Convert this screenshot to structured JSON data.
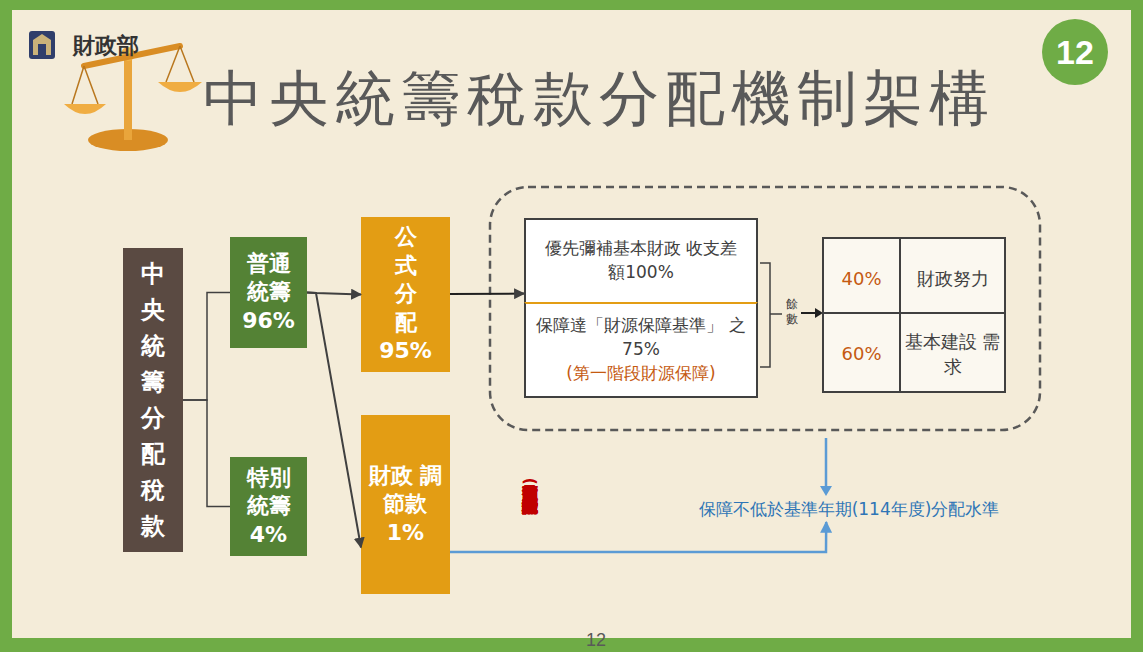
{
  "diagram": {
    "title": "中央統籌稅款分配機制架構",
    "nodes": [
      {
        "text": [
          "中 央 統 籌 分 配 稅 款"
        ]
      },
      {
        "text": [
          "普通 統籌",
          "96%"
        ]
      },
      {
        "text": [
          "特別 統籌",
          "4%"
        ]
      },
      {
        "text": [
          "公 式 分 配",
          "95%"
        ]
      },
      {
        "text": [
          "財政 調節款",
          "1%"
        ]
      },
      {
        "text": [
          "優先彌補基本財政 收支差額100%"
        ]
      },
      {
        "text": [
          "保障達「財源保障基準」 之75%",
          "(第一階段財源保障)"
        ]
      },
      {
        "text": [
          "保障不低於基準年期(114年度)分配水準"
        ]
      }
    ],
    "edges": [
      {
        "from": 0,
        "to": 1,
        "arrow": "none"
      },
      {
        "from": 0,
        "to": 2,
        "arrow": "none"
      },
      {
        "from": 1,
        "to": 3,
        "arrow": "to"
      },
      {
        "from": 1,
        "to": 4,
        "arrow": "to"
      },
      {
        "from": 3,
        "to": 5,
        "arrow": "to"
      },
      {
        "from": 4,
        "to": 7,
        "arrow": "to"
      }
    ],
    "labels": [
      "財政部",
      "12",
      "餘數",
      "40%",
      "財政努力",
      "60%",
      "基本建設 需求",
      "酌予彌補財源 (第二階段財源保障及低於全國平均增幅者)",
      "12"
    ]
  }
}
